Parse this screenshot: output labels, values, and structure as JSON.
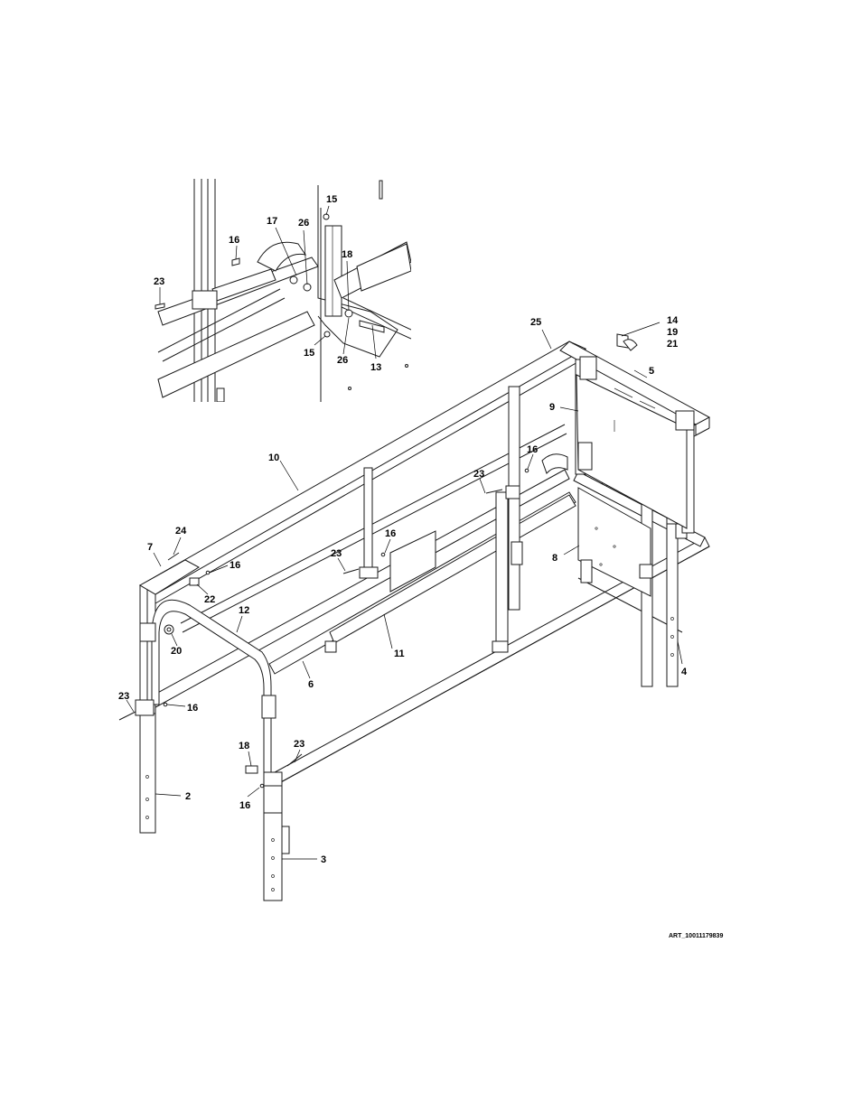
{
  "art_code": "ART_10011179839",
  "detail_callouts": [
    "15",
    "17",
    "26",
    "18",
    "16",
    "23",
    "15",
    "26",
    "13"
  ],
  "main_callouts": [
    "25",
    "14",
    "19",
    "21",
    "5",
    "9",
    "10",
    "16",
    "23",
    "24",
    "7",
    "16",
    "16",
    "23",
    "8",
    "22",
    "12",
    "20",
    "11",
    "6",
    "4",
    "23",
    "16",
    "23",
    "18",
    "16",
    "2",
    "3"
  ]
}
